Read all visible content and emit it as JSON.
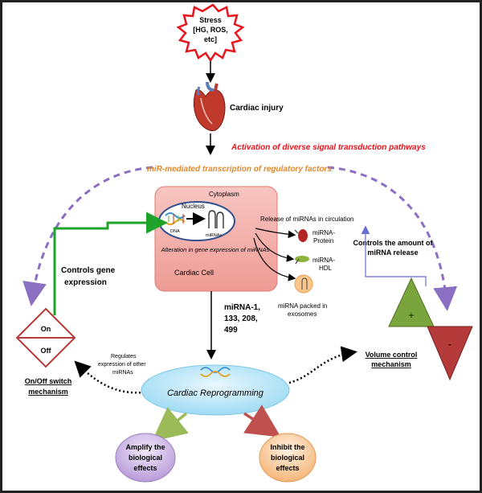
{
  "stress": {
    "line1": "Stress",
    "line2": "[HG, ROS,",
    "line3": "etc]"
  },
  "cardiac_injury": "Cardiac injury",
  "activation": "Activation of diverse signal transduction pathways",
  "mir_transcription": "miR-mediated transcription of regulatory factors",
  "cell": {
    "cytoplasm": "Cytoplasm",
    "nucleus": "Nucleus",
    "dna": "DNA",
    "mirnas": "miRNAs",
    "alteration": "Alteration in gene expression of miRNAs",
    "cell_label": "Cardiac Cell"
  },
  "release": {
    "title": "Release of miRNAs in circulation",
    "protein_1": "miRNA-",
    "protein_2": "Protein",
    "hdl_1": "miRNA-",
    "hdl_2": "HDL",
    "exo_1": "miRNA packed in",
    "exo_2": "exosomes"
  },
  "controls_amount": {
    "line1": "Controls the amount of",
    "line2": "miRNA release"
  },
  "controls_gene": {
    "line1": "Controls gene",
    "line2": "expression"
  },
  "switch": {
    "on": "On",
    "off": "Off",
    "label1": "On/Off switch",
    "label2": "mechanism"
  },
  "mirna_list": {
    "line1": "miRNA-1,",
    "line2": "133, 208,",
    "line3": "499"
  },
  "regulates": {
    "line1": "Regulates",
    "line2": "expression of other",
    "line3": "miRNAs"
  },
  "volume": {
    "line1": "Volume control",
    "line2": "mechanism",
    "plus": "+",
    "minus": "-"
  },
  "reprogramming": "Cardiac Reprogramming",
  "amplify": {
    "line1": "Amplify the",
    "line2": "biological",
    "line3": "effects"
  },
  "inhibit": {
    "line1": "Inhibit the",
    "line2": "biological",
    "line3": "effects"
  },
  "colors": {
    "red": "#e8141c",
    "orange": "#e3882a",
    "purple": "#8a6fc2",
    "green": "#1fa32b",
    "cell": "#f4a6a1",
    "triangle_green": "#7aa53c",
    "triangle_red": "#b53a3a"
  }
}
